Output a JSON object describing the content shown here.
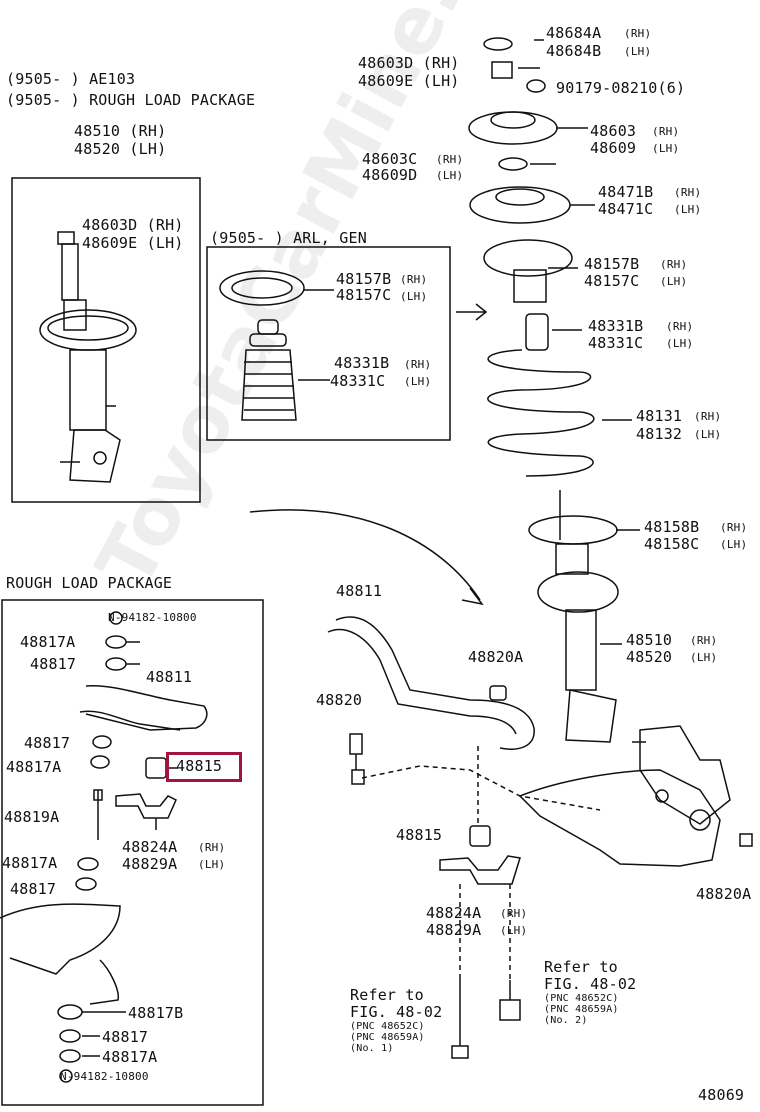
{
  "header_notes": {
    "ae103": "(9505-      ) AE103",
    "rough": "(9505-      ) ROUGH LOAD PACKAGE"
  },
  "arl_note": "(9505-      ) ARL, GEN",
  "rough_section_title": "ROUGH LOAD PACKAGE",
  "watermark": "ToyotaCarMine.ru",
  "highlight_color": "#a0153e",
  "parts": {
    "p48510_48520_top": [
      "48510 (RH)",
      "48520 (LH)"
    ],
    "p48603D_small": [
      "48603D (RH)",
      "48609E (LH)"
    ],
    "p48684": [
      "48684A",
      "48684B"
    ],
    "p48684_side": [
      "(RH)",
      "(LH)"
    ],
    "p48603D_top": [
      "48603D (RH)",
      "48609E (LH)"
    ],
    "p90179": "90179-08210(6)",
    "p48603": [
      "48603",
      "48609"
    ],
    "p48603_side": [
      "(RH)",
      "(LH)"
    ],
    "p48603C": [
      "48603C",
      "48609D"
    ],
    "p48603C_side": [
      "(RH)",
      "(LH)"
    ],
    "p48471": [
      "48471B",
      "48471C"
    ],
    "p48471_side": [
      "(RH)",
      "(LH)"
    ],
    "p48157_box": [
      "48157B",
      "48157C"
    ],
    "p48157_box_side": [
      "(RH)",
      "(LH)"
    ],
    "p48331_box": [
      "48331B",
      "48331C"
    ],
    "p48331_box_side": [
      "(RH)",
      "(LH)"
    ],
    "p48157": [
      "48157B",
      "48157C"
    ],
    "p48157_side": [
      "(RH)",
      "(LH)"
    ],
    "p48331": [
      "48331B",
      "48331C"
    ],
    "p48331_side": [
      "(RH)",
      "(LH)"
    ],
    "p48131": [
      "48131",
      "48132"
    ],
    "p48131_side": [
      "(RH)",
      "(LH)"
    ],
    "p48158": [
      "48158B",
      "48158C"
    ],
    "p48158_side": [
      "(RH)",
      "(LH)"
    ],
    "p48510": [
      "48510",
      "48520"
    ],
    "p48510_side": [
      "(RH)",
      "(LH)"
    ],
    "p48811": "48811",
    "p48820A": "48820A",
    "p48820": "48820",
    "p48815": "48815",
    "p48824": [
      "48824A",
      "48829A"
    ],
    "p48824_side": [
      "(RH)",
      "(LH)"
    ],
    "p48820A_right": "48820A",
    "refer1": [
      "Refer to",
      "FIG. 48-02"
    ],
    "refer1_pnc": [
      "(PNC 48652C)",
      "(PNC 48659A)",
      "(No. 1)"
    ],
    "refer2": [
      "Refer to",
      "FIG. 48-02"
    ],
    "refer2_pnc": [
      "(PNC 48652C)",
      "(PNC 48659A)",
      "(No. 2)"
    ],
    "fig_code": "48069"
  },
  "rough_parts": {
    "n94182_top": "N-94182-10800",
    "a48817A_1": "48817A",
    "a48817_1": "48817",
    "a48811": "48811",
    "a48817_2": "48817",
    "a48817A_2": "48817A",
    "a48815": "48815",
    "a48819A": "48819A",
    "a48824": [
      "48824A",
      "48829A"
    ],
    "a48824_side": [
      "(RH)",
      "(LH)"
    ],
    "a48817A_3": "48817A",
    "a48817_3": "48817",
    "a48817B": "48817B",
    "a48817_4": "48817",
    "a48817A_4": "48817A",
    "n94182_bottom": "N-94182-10800"
  }
}
